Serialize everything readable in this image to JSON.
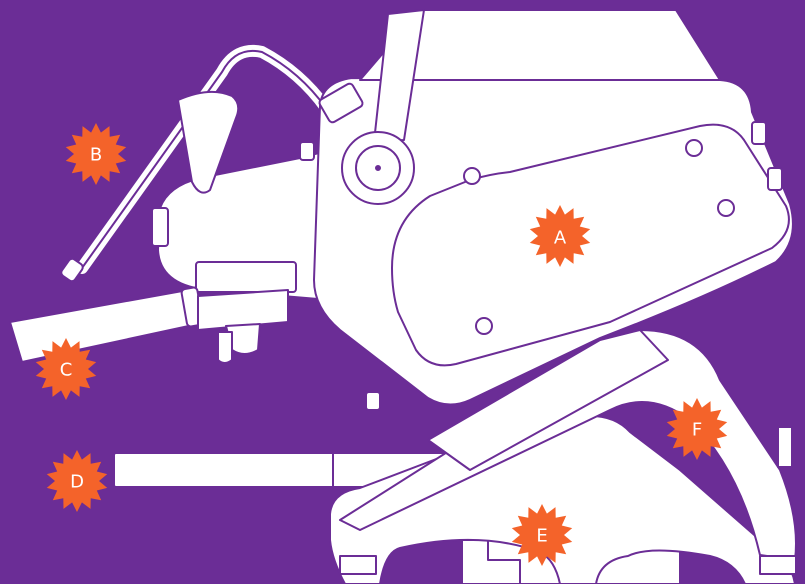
{
  "colors": {
    "background": "#6b2d96",
    "machine_fill": "#ffffff",
    "outline": "#6b2d96",
    "marker": "#f4632a",
    "marker_text": "#ffffff"
  },
  "labels": {
    "a": "A",
    "b": "B",
    "c": "C",
    "d": "D",
    "e": "E",
    "f": "F"
  }
}
